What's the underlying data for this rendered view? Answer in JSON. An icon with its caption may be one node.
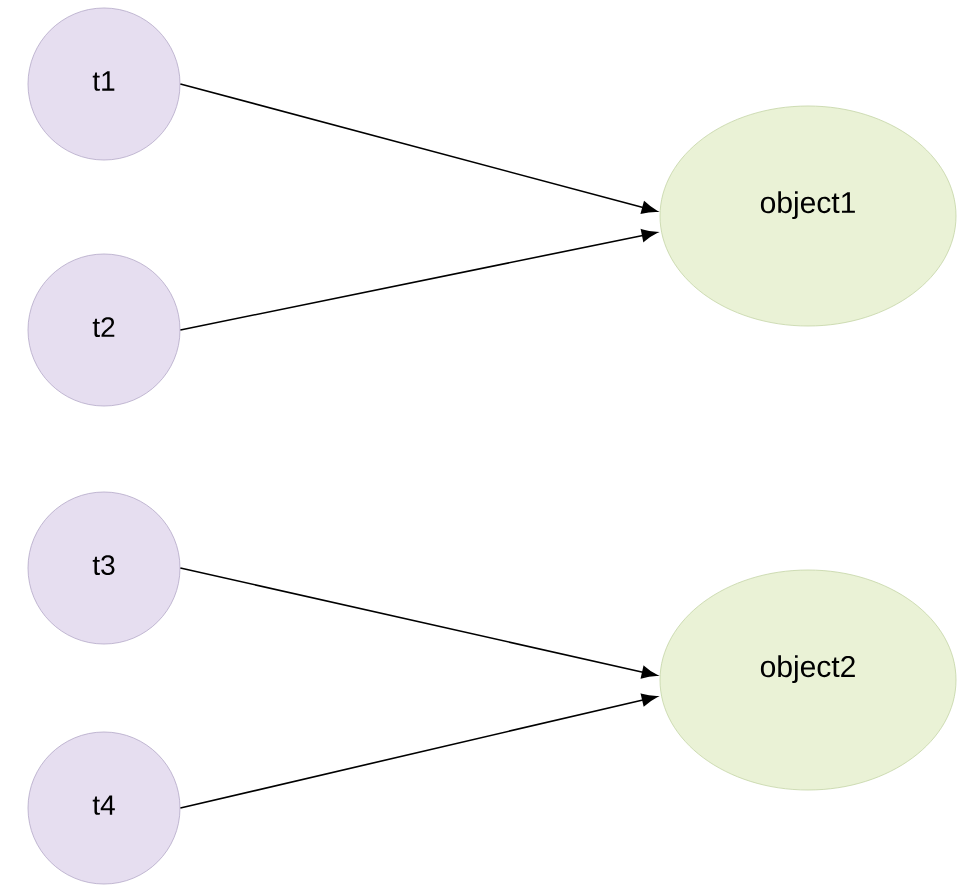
{
  "diagram": {
    "nodes": [
      {
        "text": [
          "t1"
        ]
      },
      {
        "text": [
          "t2"
        ]
      },
      {
        "text": [
          "object1"
        ]
      },
      {
        "text": [
          "t3"
        ]
      },
      {
        "text": [
          "t4"
        ]
      },
      {
        "text": [
          "object2"
        ]
      }
    ],
    "edges": [
      {
        "from": 0,
        "to": 2,
        "arrow": "to"
      },
      {
        "from": 1,
        "to": 2,
        "arrow": "to"
      },
      {
        "from": 3,
        "to": 5,
        "arrow": "to"
      },
      {
        "from": 4,
        "to": 5,
        "arrow": "to"
      }
    ]
  }
}
